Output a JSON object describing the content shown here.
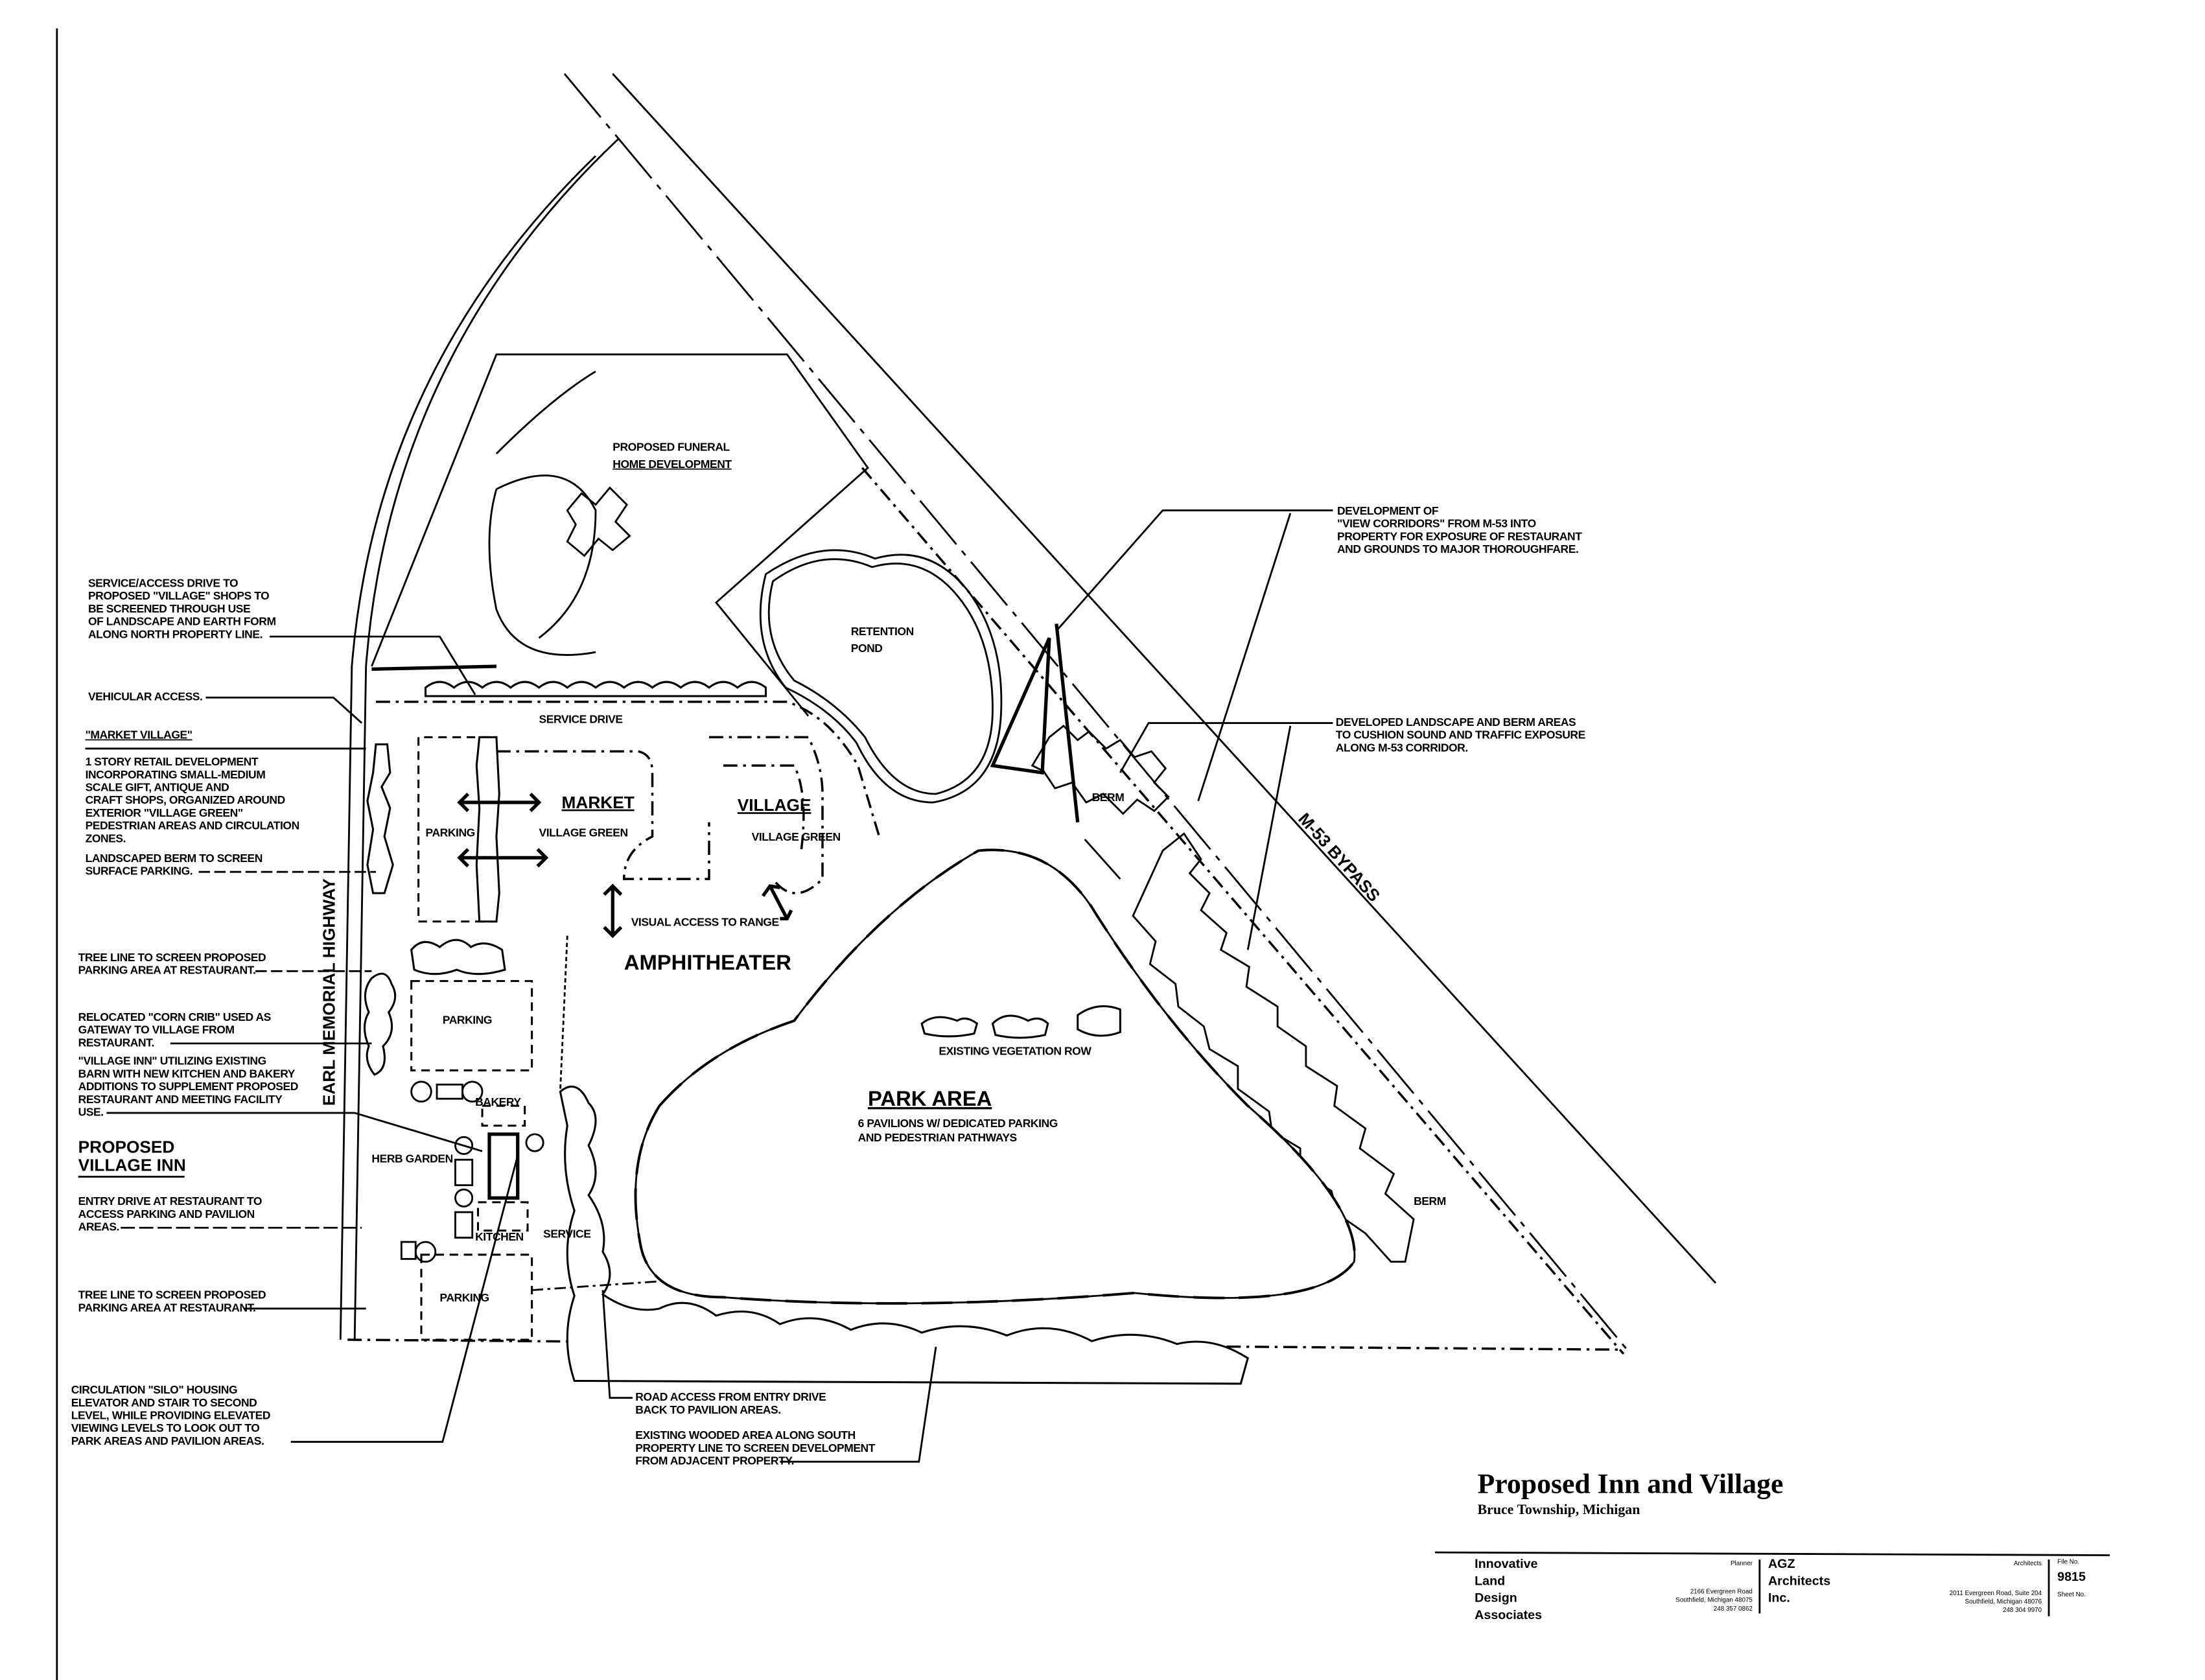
{
  "title_block": {
    "title": "Proposed Inn and Village",
    "subtitle": "Bruce Township, Michigan",
    "planner": {
      "role_label": "Planner",
      "name_lines": [
        "Innovative",
        "Land",
        "Design",
        "Associates"
      ],
      "address_lines": [
        "2166 Evergreen Road",
        "Southfield, Michigan 48075",
        "248 357 0862"
      ]
    },
    "architect": {
      "role_label": "Architects",
      "name_lines": [
        "AGZ",
        "Architects",
        "Inc."
      ],
      "address_lines": [
        "2011 Evergreen Road, Suite 204",
        "Southfield, Michigan 48076",
        "248 304 9970"
      ]
    },
    "file_label": "File No.",
    "file_number": "9815",
    "sheet_label": "Sheet No."
  },
  "roads": {
    "west": "EARL MEMORIAL HIGHWAY",
    "east": "M-53 BYPASS"
  },
  "plan_labels": {
    "funeral_home": [
      "PROPOSED FUNERAL",
      "HOME DEVELOPMENT"
    ],
    "pond": [
      "RETENTION",
      "POND"
    ],
    "service_drive": "SERVICE DRIVE",
    "market": "MARKET",
    "village": "VILLAGE",
    "village_green_1": "VILLAGE GREEN",
    "village_green_2": "VILLAGE GREEN",
    "parking_1": "PARKING",
    "parking_2": "PARKING",
    "parking_3": "PARKING",
    "visual_access": "VISUAL ACCESS TO RANGE",
    "amphitheater": "AMPHITHEATER",
    "vegetation_row": "EXISTING VEGETATION ROW",
    "park_area": "PARK AREA",
    "park_note": [
      "6 PAVILIONS W/ DEDICATED PARKING",
      "AND PEDESTRIAN PATHWAYS"
    ],
    "berm_1": "BERM",
    "berm_2": "BERM",
    "herb_garden": "HERB GARDEN",
    "bakery": "BAKERY",
    "kitchen": "KITCHEN",
    "service": "SERVICE"
  },
  "annotations": {
    "service_access": [
      "SERVICE/ACCESS DRIVE TO",
      "PROPOSED \"VILLAGE\" SHOPS TO",
      "BE SCREENED THROUGH USE",
      "OF LANDSCAPE AND EARTH FORM",
      "ALONG NORTH PROPERTY LINE."
    ],
    "vehicular_access": "VEHICULAR ACCESS.",
    "market_village_heading": "\"MARKET VILLAGE\"",
    "market_village": [
      "1 STORY RETAIL DEVELOPMENT",
      "INCORPORATING SMALL-MEDIUM",
      "SCALE GIFT, ANTIQUE AND",
      "CRAFT SHOPS, ORGANIZED AROUND",
      "EXTERIOR \"VILLAGE GREEN\"",
      "PEDESTRIAN AREAS AND CIRCULATION",
      "ZONES."
    ],
    "landscaped_berm": [
      "LANDSCAPED BERM TO SCREEN",
      "SURFACE PARKING."
    ],
    "tree_line_1": [
      "TREE LINE TO SCREEN PROPOSED",
      "PARKING AREA AT RESTAURANT."
    ],
    "corn_crib": [
      "RELOCATED \"CORN CRIB\" USED AS",
      "GATEWAY TO VILLAGE FROM",
      "RESTAURANT."
    ],
    "village_inn": [
      "\"VILLAGE INN\" UTILIZING EXISTING",
      "BARN WITH NEW KITCHEN AND BAKERY",
      "ADDITIONS TO SUPPLEMENT PROPOSED",
      "RESTAURANT AND MEETING FACILITY",
      "USE."
    ],
    "proposed_inn_heading": [
      "PROPOSED",
      "VILLAGE   INN"
    ],
    "entry_drive": [
      "ENTRY DRIVE AT RESTAURANT TO",
      "ACCESS PARKING AND PAVILION",
      "AREAS."
    ],
    "tree_line_2": [
      "TREE LINE TO SCREEN PROPOSED",
      "PARKING AREA AT RESTAURANT."
    ],
    "silo": [
      "CIRCULATION \"SILO\" HOUSING",
      "ELEVATOR AND STAIR TO SECOND",
      "LEVEL, WHILE PROVIDING ELEVATED",
      "VIEWING LEVELS TO LOOK OUT TO",
      "PARK AREAS AND PAVILION AREAS."
    ],
    "road_access": [
      "ROAD ACCESS FROM ENTRY DRIVE",
      "BACK TO PAVILION AREAS."
    ],
    "wooded_area": [
      "EXISTING WOODED AREA ALONG SOUTH",
      "PROPERTY LINE TO SCREEN DEVELOPMENT",
      "FROM ADJACENT PROPERTY."
    ],
    "view_corridors": [
      "DEVELOPMENT OF",
      "\"VIEW CORRIDORS\" FROM M-53 INTO",
      "PROPERTY FOR EXPOSURE OF RESTAURANT",
      "AND GROUNDS TO MAJOR THOROUGHFARE."
    ],
    "berm_areas": [
      "DEVELOPED LANDSCAPE AND BERM AREAS",
      "TO CUSHION SOUND AND TRAFFIC EXPOSURE",
      "ALONG M-53 CORRIDOR."
    ]
  }
}
